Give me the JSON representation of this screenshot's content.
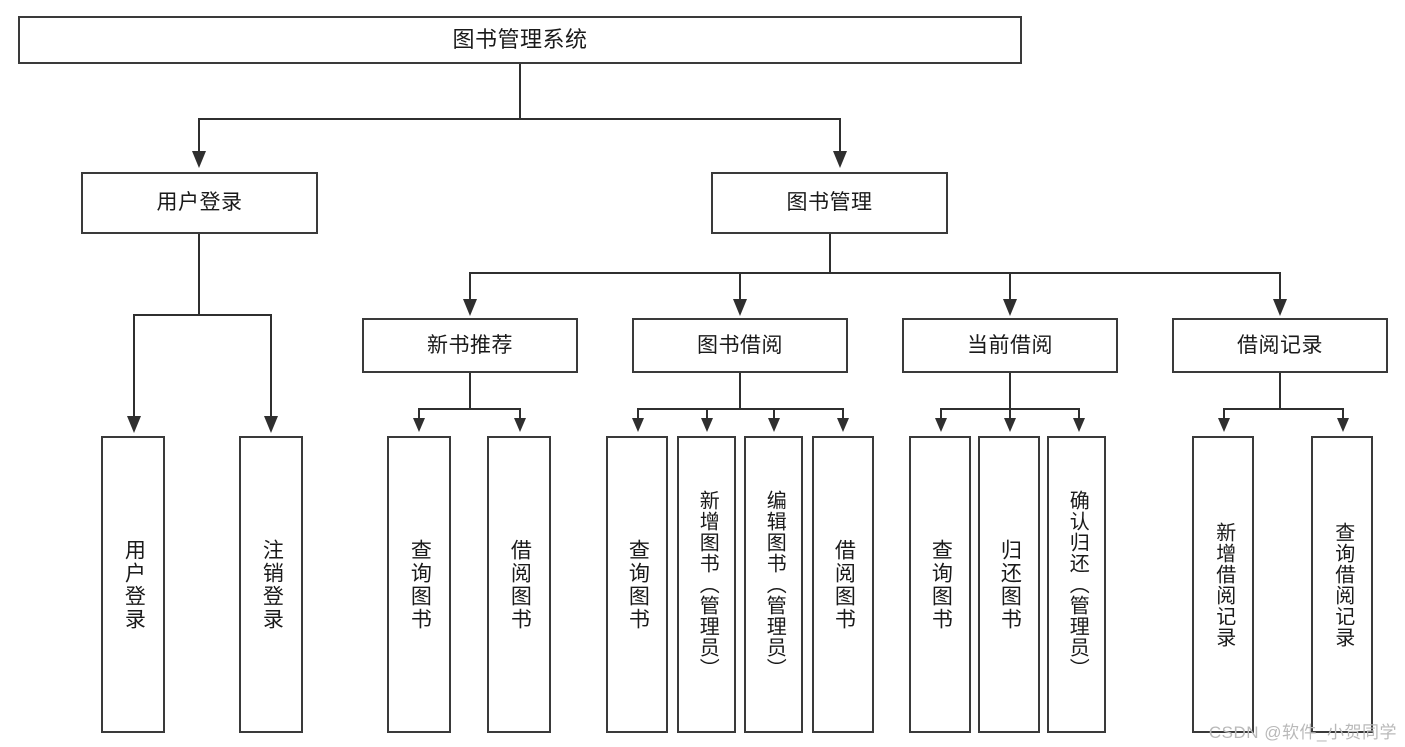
{
  "diagram": {
    "title": "图书管理系统",
    "type": "hierarchy-tree",
    "root": {
      "label": "图书管理系统"
    },
    "level2": [
      {
        "label": "用户登录"
      },
      {
        "label": "图书管理"
      }
    ],
    "level3": [
      {
        "label": "新书推荐"
      },
      {
        "label": "图书借阅"
      },
      {
        "label": "当前借阅"
      },
      {
        "label": "借阅记录"
      }
    ],
    "leaves": {
      "user_login": [
        {
          "label": "用户登录"
        },
        {
          "label": "注销登录"
        }
      ],
      "new_book_recommend": [
        {
          "label": "查询图书"
        },
        {
          "label": "借阅图书"
        }
      ],
      "book_borrow": [
        {
          "label": "查询图书"
        },
        {
          "label": "新增图书（管理员）"
        },
        {
          "label": "编辑图书（管理员）"
        },
        {
          "label": "借阅图书"
        }
      ],
      "current_borrow": [
        {
          "label": "查询图书"
        },
        {
          "label": "归还图书"
        },
        {
          "label": "确认归还（管理员）"
        }
      ],
      "borrow_record": [
        {
          "label": "新增借阅记录"
        },
        {
          "label": "查询借阅记录"
        }
      ]
    }
  },
  "watermark": {
    "text": "CSDN @软件_小贺同学"
  },
  "colors": {
    "stroke": "#2f2f2f",
    "box_border": "#3a3a3a",
    "background": "#ffffff",
    "text": "#1a1a1a",
    "watermark": "#b9b9b9"
  }
}
